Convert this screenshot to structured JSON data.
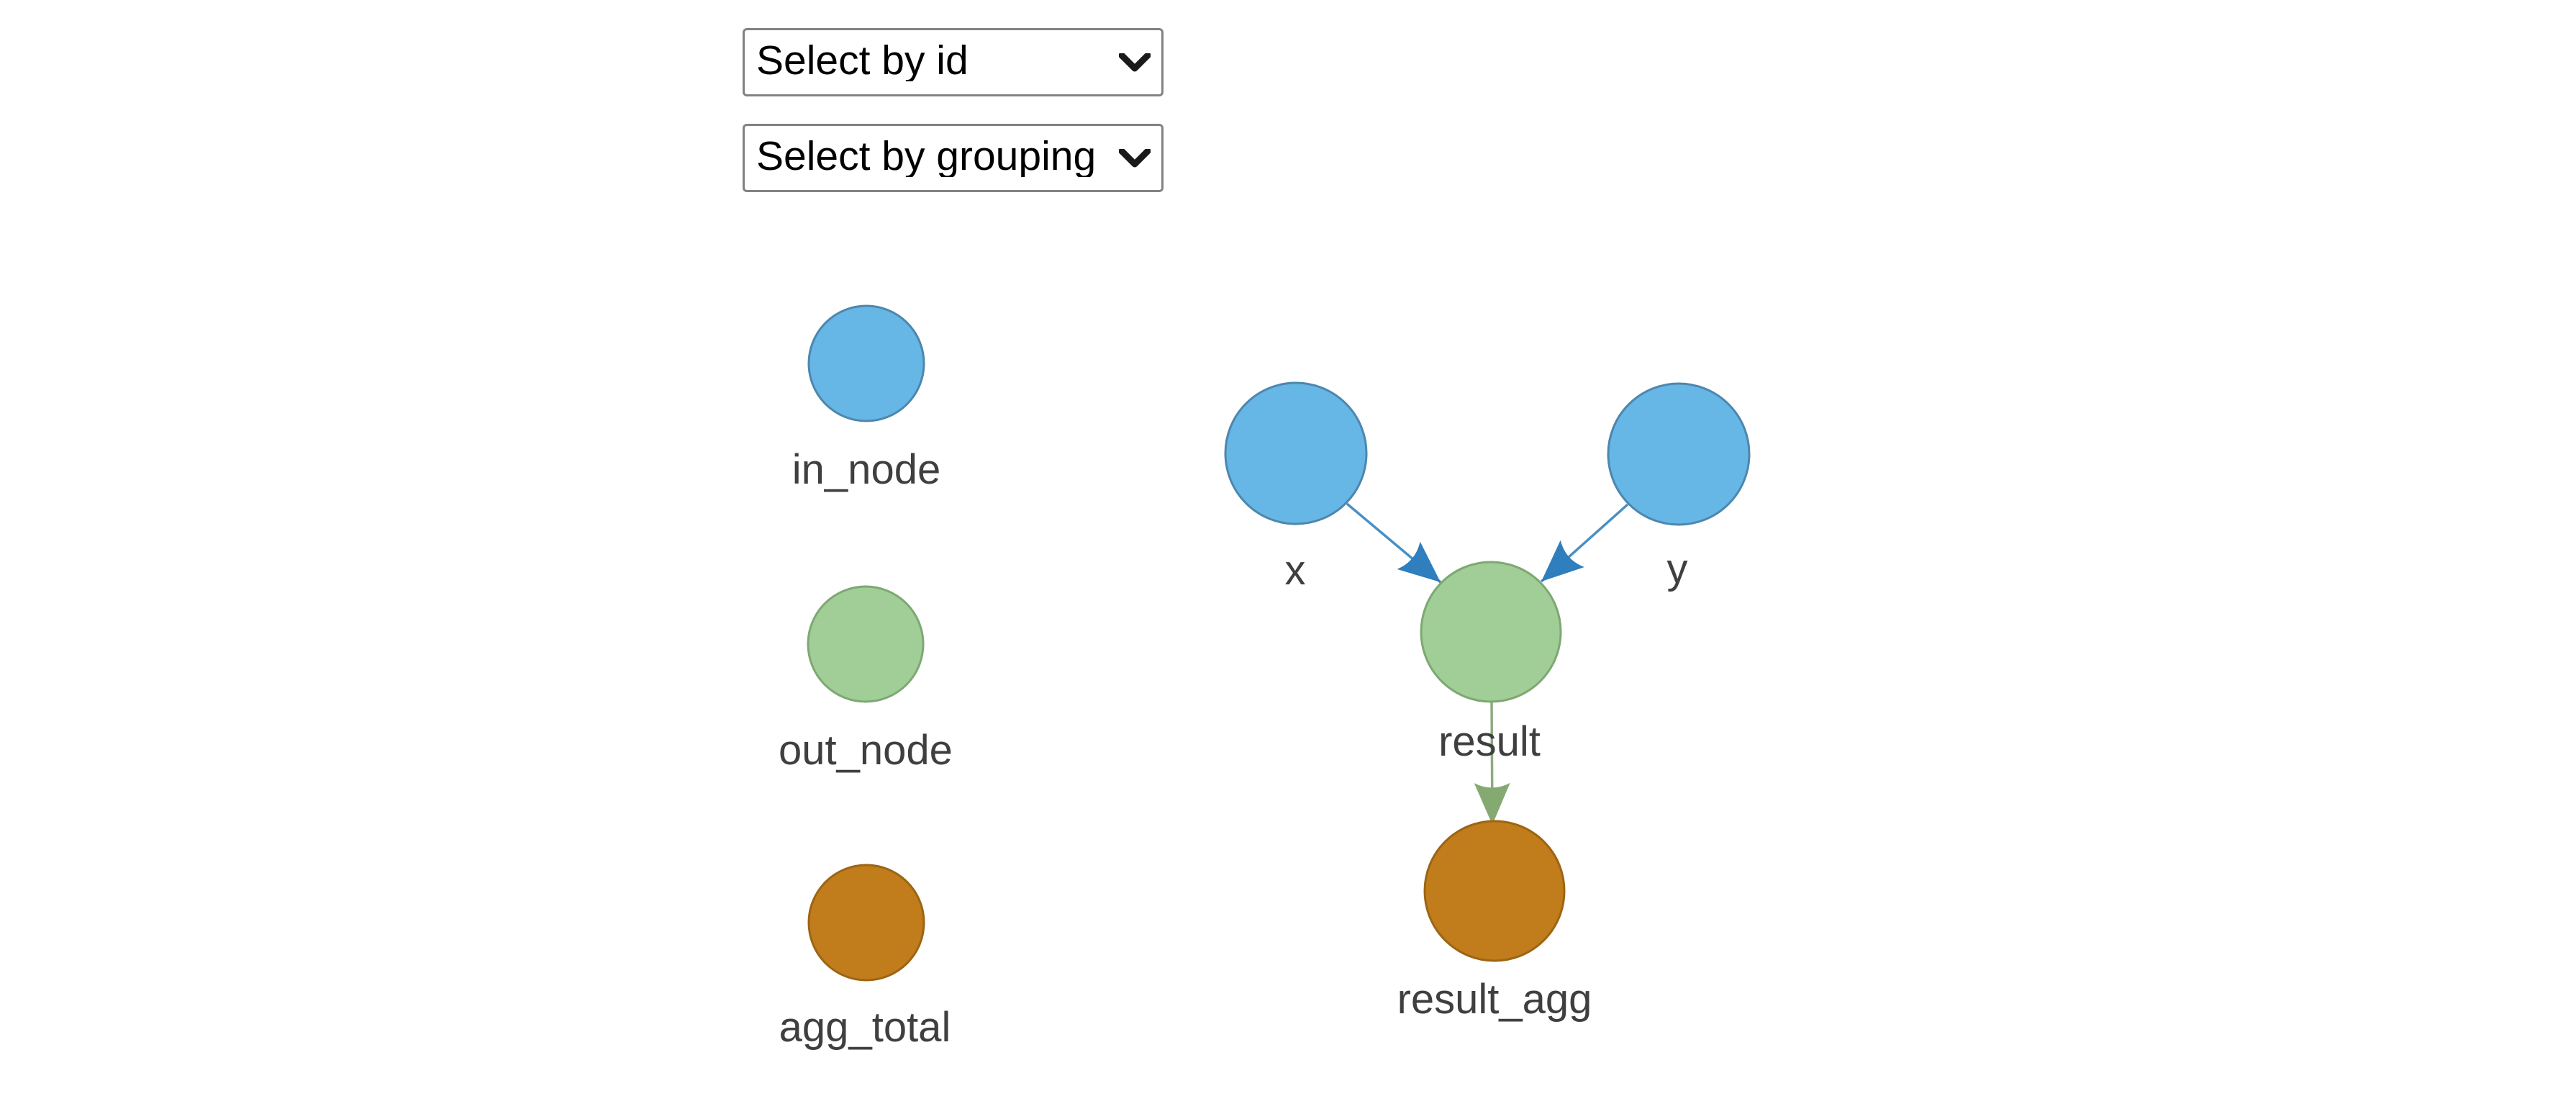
{
  "controls": {
    "select_by_id": "Select by id",
    "select_by_grouping": "Select by grouping"
  },
  "legend": {
    "items": [
      {
        "label": "in_node",
        "type": "in_node"
      },
      {
        "label": "out_node",
        "type": "out_node"
      },
      {
        "label": "agg_total",
        "type": "agg_total"
      }
    ]
  },
  "graph": {
    "nodes": [
      {
        "id": "x",
        "label": "x",
        "group": "in_node"
      },
      {
        "id": "y",
        "label": "y",
        "group": "in_node"
      },
      {
        "id": "result",
        "label": "result",
        "group": "out_node"
      },
      {
        "id": "result_agg",
        "label": "result_agg",
        "group": "agg_total"
      }
    ],
    "edges": [
      {
        "from": "x",
        "to": "result"
      },
      {
        "from": "y",
        "to": "result"
      },
      {
        "from": "result",
        "to": "result_agg"
      }
    ]
  },
  "colors": {
    "in_node_fill": "#66b6e6",
    "in_node_border": "#4d87ad",
    "out_node_fill": "#a0ce96",
    "out_node_border": "#7ea873",
    "agg_total_fill": "#c17c1c",
    "agg_total_border": "#9c6514",
    "edge_blue_line": "#4a8fc4",
    "edge_blue_arrow": "#2f7ebd",
    "edge_green_line": "#8cab80",
    "edge_green_arrow": "#85aa71",
    "label_color": "#3f3f3f"
  }
}
